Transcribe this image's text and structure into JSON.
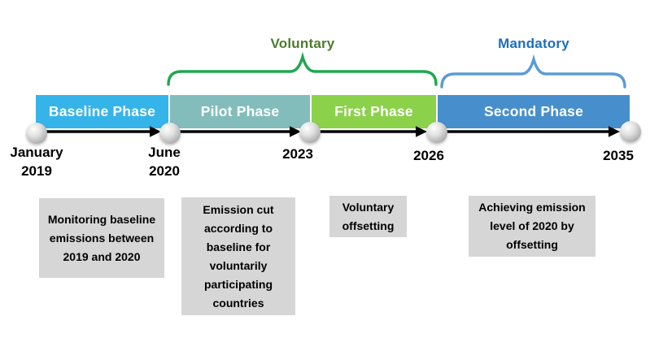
{
  "diagram": {
    "brackets": [
      {
        "label": "Voluntary",
        "text_color": "#4E7A2F",
        "brace_color": "#1FA850",
        "spans_phases": [
          "Pilot Phase",
          "First Phase"
        ]
      },
      {
        "label": "Mandatory",
        "text_color": "#1B6FC0",
        "brace_color": "#5B9BD5",
        "spans_phases": [
          "Second Phase"
        ]
      }
    ],
    "phases": [
      {
        "label": "Baseline Phase",
        "color": "#35B4E9",
        "start": "January 2019",
        "end": "June 2020"
      },
      {
        "label": "Pilot Phase",
        "color": "#82BDBC",
        "start": "June 2020",
        "end": "2023"
      },
      {
        "label": "First Phase",
        "color": "#8CD14A",
        "start": "2023",
        "end": "2026"
      },
      {
        "label": "Second Phase",
        "color": "#478FCC",
        "start": "2026",
        "end": "2035"
      }
    ],
    "milestones": [
      {
        "label": "January\n2019"
      },
      {
        "label": "June\n2020"
      },
      {
        "label": "2023"
      },
      {
        "label": "2026"
      },
      {
        "label": "2035"
      }
    ],
    "notes": [
      {
        "text": "Monitoring baseline emissions between 2019 and 2020",
        "under_phase": "Baseline Phase",
        "bg_color": "#D6D6D6"
      },
      {
        "text": "Emission cut according to baseline for voluntarily participating countries",
        "under_phase": "Pilot Phase",
        "bg_color": "#D6D6D6"
      },
      {
        "text": "Voluntary offsetting",
        "under_phase": "First Phase",
        "bg_color": "#D6D6D6"
      },
      {
        "text": "Achieving emission level of 2020 by offsetting",
        "under_phase": "Second Phase",
        "bg_color": "#D6D6D6"
      }
    ]
  }
}
